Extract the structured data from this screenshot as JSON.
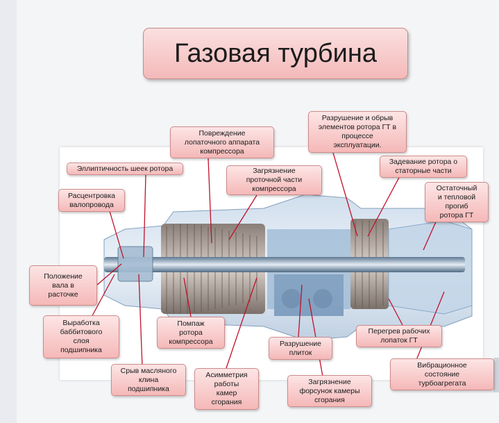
{
  "title": "Газовая турбина",
  "labels": {
    "compressor_blade_damage": "Повреждение\nлопаточного аппарата\nкомпрессора",
    "rotor_journal_ellipticity": "Эллиптичность шеек ротора",
    "flow_path_fouling": "Загрязнение\nпроточной части\nкомпрессора",
    "rotor_element_failure": "Разрушение и обрыв\nэлементов ротора ГТ в\nпроцессе\nэксплуатации.",
    "rotor_stator_rub": "Задевание ротора о\nстаторные части",
    "shaft_misalignment": "Расцентровка\nвалопровода",
    "residual_thermal_bow": "Остаточный\nи тепловой\nпрогиб\nротора ГТ",
    "shaft_position": "Положение\nвала в\nрасточке",
    "babbitt_wear": "Выработка\nбаббитового\nслоя\nподшипника",
    "compressor_surge": "Помпаж\nротора\nкомпрессора",
    "tile_failure": "Разрушение\nплиток",
    "blade_overheating": "Перегрев рабочих\nлопаток ГТ",
    "oil_wedge_breakdown": "Срыв масляного\nклина\nподшипника",
    "combustor_asymmetry": "Асимметрия\nработы\nкамер\nсгорания",
    "injector_fouling": "Загрязнение\nфорсунок камеры\nсгорания",
    "vibration_state": "Вибрационное\nсостояние\nтурбоагрегата"
  },
  "colors": {
    "label_fill": "#f5b8b8",
    "label_border": "#cc8b8b",
    "leader_line": "#c0102a",
    "turbine_blue": "#7fa4c8"
  }
}
